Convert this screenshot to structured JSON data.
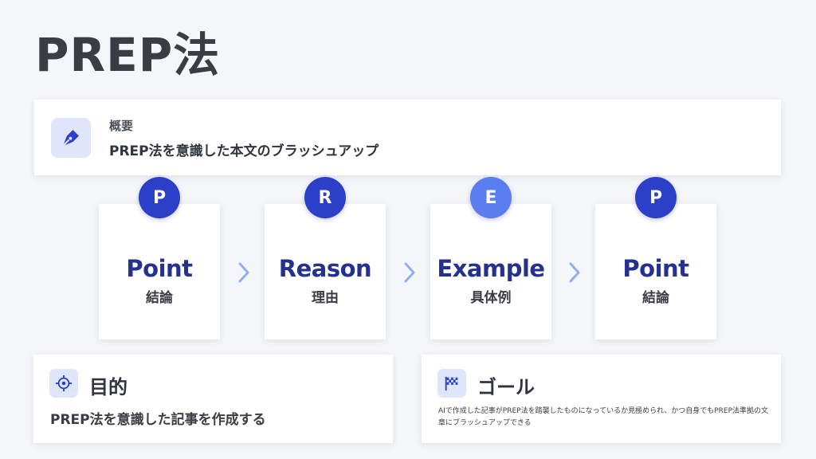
{
  "title": "PREP法",
  "overview": {
    "label": "概要",
    "text": "PREP法を意識した本文のブラッシュアップ"
  },
  "steps": [
    {
      "letter": "P",
      "word": "Point",
      "jp": "結論",
      "badge_color": "#2b3fc9"
    },
    {
      "letter": "R",
      "word": "Reason",
      "jp": "理由",
      "badge_color": "#2b3fc9"
    },
    {
      "letter": "E",
      "word": "Example",
      "jp": "具体例",
      "badge_color": "#5a7df0"
    },
    {
      "letter": "P",
      "word": "Point",
      "jp": "結論",
      "badge_color": "#2b3fc9"
    }
  ],
  "purpose": {
    "title": "目的",
    "text": "PREP法を意識した記事を作成する"
  },
  "goal": {
    "title": "ゴール",
    "text": "AIで作成した記事がPREP法を踏襲したものになっているか見極められ、かつ自身でもPREP法準拠の文章にブラッシュアップできる"
  },
  "colors": {
    "accent": "#2b3fc9",
    "accent_light": "#dfe6fb",
    "arrow": "#8fb0f0",
    "word": "#25318f"
  },
  "icons": {
    "overview": "pen-nib-icon",
    "purpose": "crosshair-icon",
    "goal": "flag-icon",
    "arrow": "chevron-right-icon"
  }
}
